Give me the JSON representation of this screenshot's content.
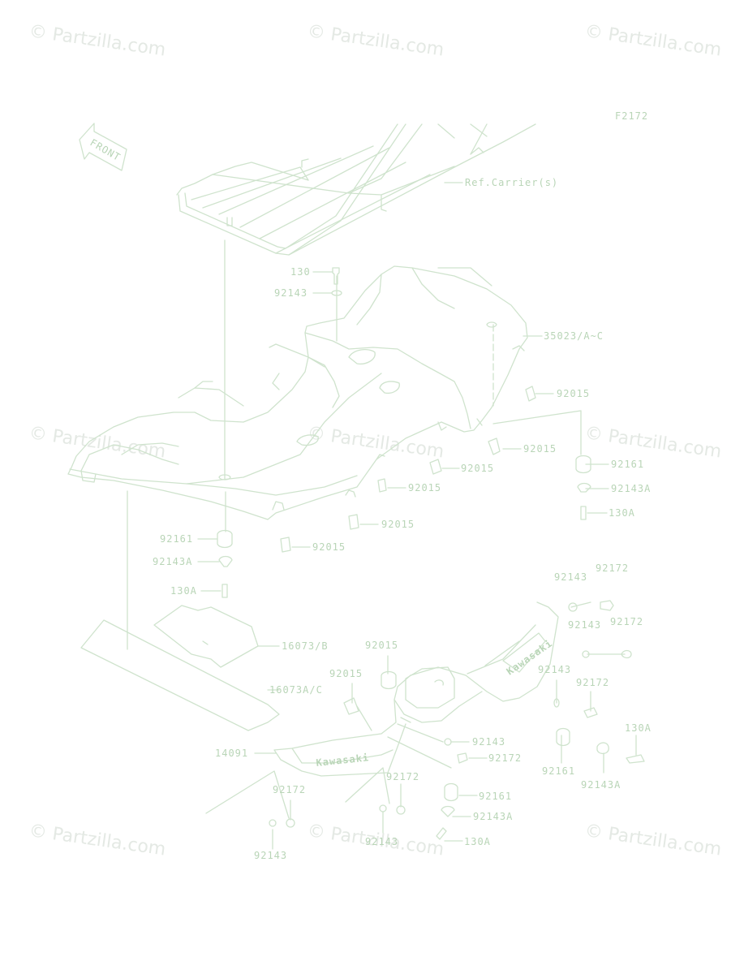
{
  "colors": {
    "line": "#cfe3cd",
    "label": "#b9d5b7",
    "watermark": "#e4e9e4"
  },
  "watermark": {
    "text": "© Partzilla.com"
  },
  "diagram": {
    "figure_id": "F2172",
    "front_arrow": "FRONT",
    "logo_text": "Kawasaki"
  },
  "labels": [
    {
      "id": "ref_carrier",
      "text": "Ref.Carrier(s)"
    },
    {
      "id": "p130",
      "text": "130"
    },
    {
      "id": "p92143_top",
      "text": "92143"
    },
    {
      "id": "p35023",
      "text": "35023/A~C"
    },
    {
      "id": "p92015_a",
      "text": "92015"
    },
    {
      "id": "p92015_b",
      "text": "92015"
    },
    {
      "id": "p92015_c",
      "text": "92015"
    },
    {
      "id": "p92015_d",
      "text": "92015"
    },
    {
      "id": "p92015_e",
      "text": "92015"
    },
    {
      "id": "p92015_f",
      "text": "92015"
    },
    {
      "id": "p92161_r",
      "text": "92161"
    },
    {
      "id": "p92143A_r",
      "text": "92143A"
    },
    {
      "id": "p130A_r",
      "text": "130A"
    },
    {
      "id": "p92161_l",
      "text": "92161"
    },
    {
      "id": "p92143A_l",
      "text": "92143A"
    },
    {
      "id": "p130A_l",
      "text": "130A"
    },
    {
      "id": "p16073B",
      "text": "16073/B"
    },
    {
      "id": "p16073AC",
      "text": "16073A/C"
    },
    {
      "id": "p92143_1",
      "text": "92143"
    },
    {
      "id": "p92172_1",
      "text": "92172"
    },
    {
      "id": "p92143_2",
      "text": "92143"
    },
    {
      "id": "p92172_2",
      "text": "92172"
    },
    {
      "id": "p92143_3",
      "text": "92143"
    },
    {
      "id": "p92172_3",
      "text": "92172"
    },
    {
      "id": "p92015_g",
      "text": "92015"
    },
    {
      "id": "p92015_h",
      "text": "92015"
    },
    {
      "id": "p14091",
      "text": "14091"
    },
    {
      "id": "p92143_4",
      "text": "92143"
    },
    {
      "id": "p92172_4",
      "text": "92172"
    },
    {
      "id": "p92161_s",
      "text": "92161"
    },
    {
      "id": "p130A_s",
      "text": "130A"
    },
    {
      "id": "p92143A_s",
      "text": "92143A"
    },
    {
      "id": "p92172_5",
      "text": "92172"
    },
    {
      "id": "p92161_b",
      "text": "92161"
    },
    {
      "id": "p92143A_b",
      "text": "92143A"
    },
    {
      "id": "p130A_b",
      "text": "130A"
    },
    {
      "id": "p92172_6",
      "text": "92172"
    },
    {
      "id": "p92143_5",
      "text": "92143"
    },
    {
      "id": "p92143_6",
      "text": "92143"
    }
  ]
}
